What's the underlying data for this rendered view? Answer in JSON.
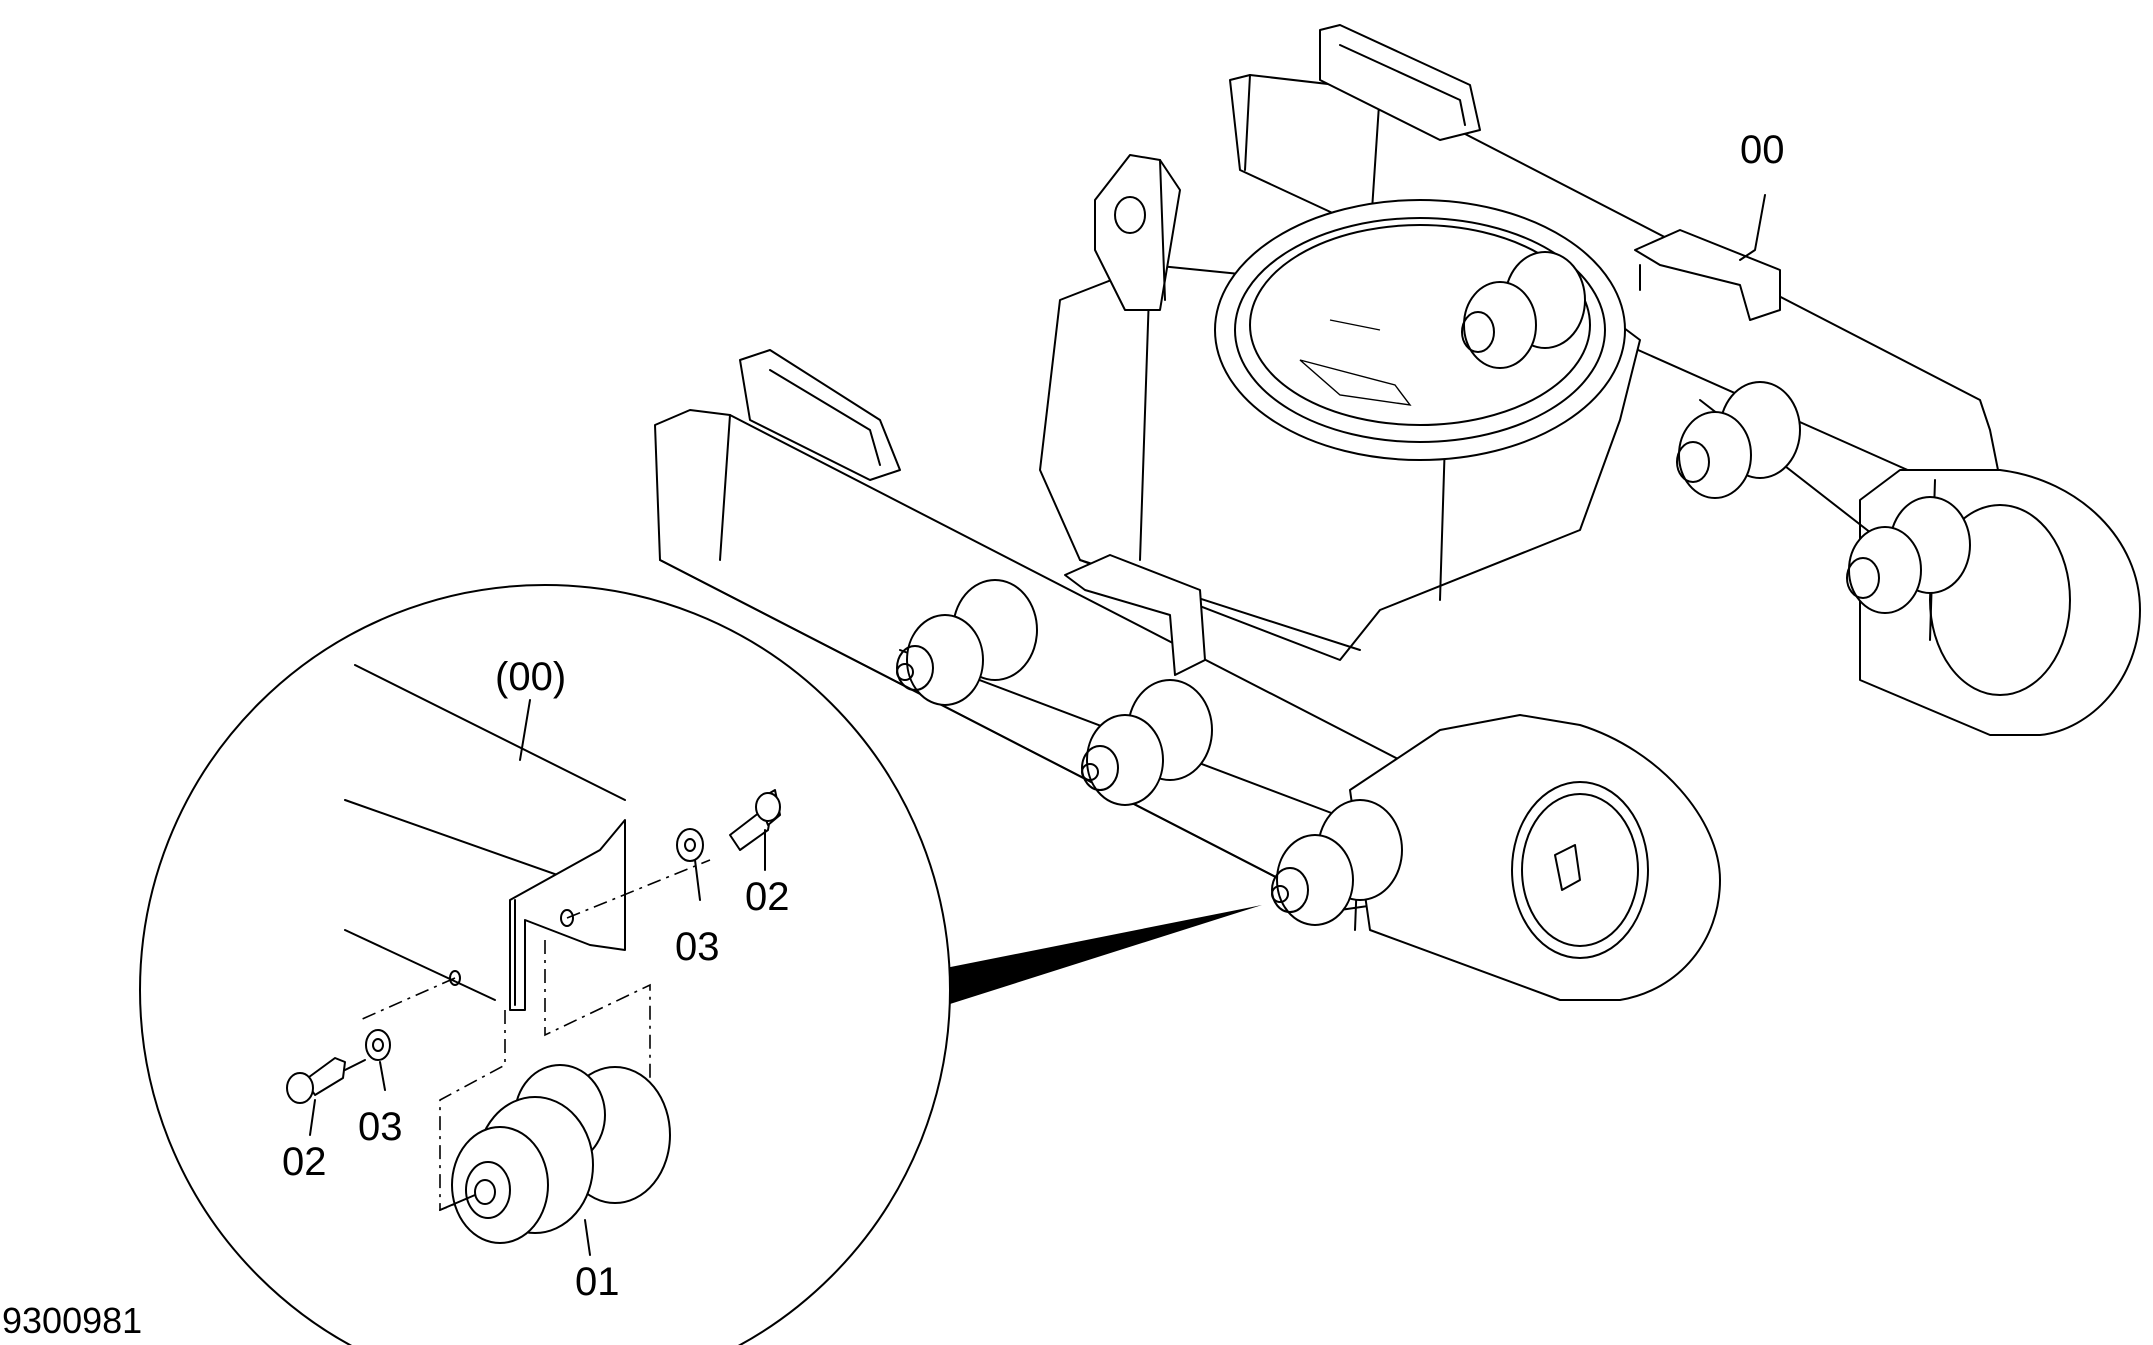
{
  "labels": {
    "frame": "00",
    "frame_detail": "(00)",
    "roller": "01",
    "bolt_left": "02",
    "bolt_right": "02",
    "washer_left": "03",
    "washer_right": "03"
  },
  "drawing_number": "9300981"
}
